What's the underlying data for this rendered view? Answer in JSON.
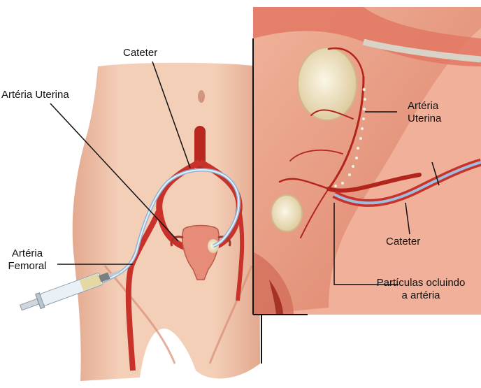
{
  "labels": {
    "cateter_top": "Cateter",
    "arteria_uterina_left": "Artéria Uterina",
    "arteria_femoral_line1": "Artéria",
    "arteria_femoral_line2": "Femoral",
    "arteria_uterina_right_line1": "Artéria",
    "arteria_uterina_right_line2": "Uterina",
    "cateter_right": "Cateter",
    "particulas_line1": "Partículas ocluindo",
    "particulas_line2": "a artéria"
  },
  "colors": {
    "skin": "#f2c7ad",
    "skin_shadow": "#d99a80",
    "artery": "#c8322a",
    "artery_dark": "#8e1e18",
    "catheter": "#b9d0e4",
    "tissue": "#e99a7f",
    "fibroid": "#f2ead0",
    "leader_line": "#111111"
  }
}
